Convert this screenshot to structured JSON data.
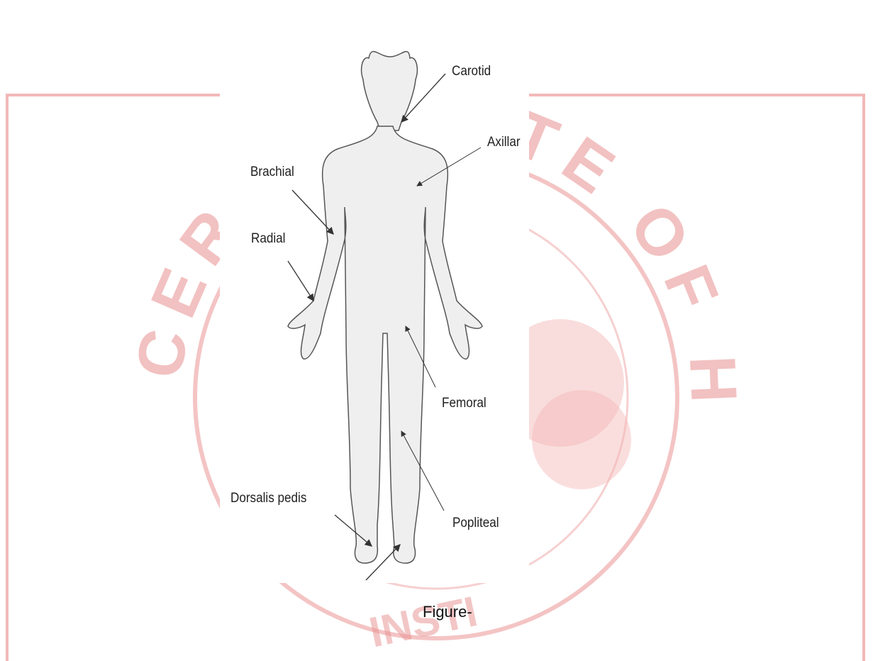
{
  "watermark": {
    "text": "CERTIFICATE OF HEALTH & HYGIENE SYSTEM",
    "bottom_text": "INSTI",
    "color": "#e87979"
  },
  "diagram": {
    "labels": {
      "carotid": "Carotid",
      "axillary": "Axillar",
      "brachial": "Brachial",
      "radial": "Radial",
      "femoral": "Femoral",
      "dorsalis_pedis": "Dorsalis pedis",
      "popliteal": "Popliteal"
    },
    "body_fill": "#efefef",
    "outline_color": "#555555"
  },
  "caption": "Figure-"
}
